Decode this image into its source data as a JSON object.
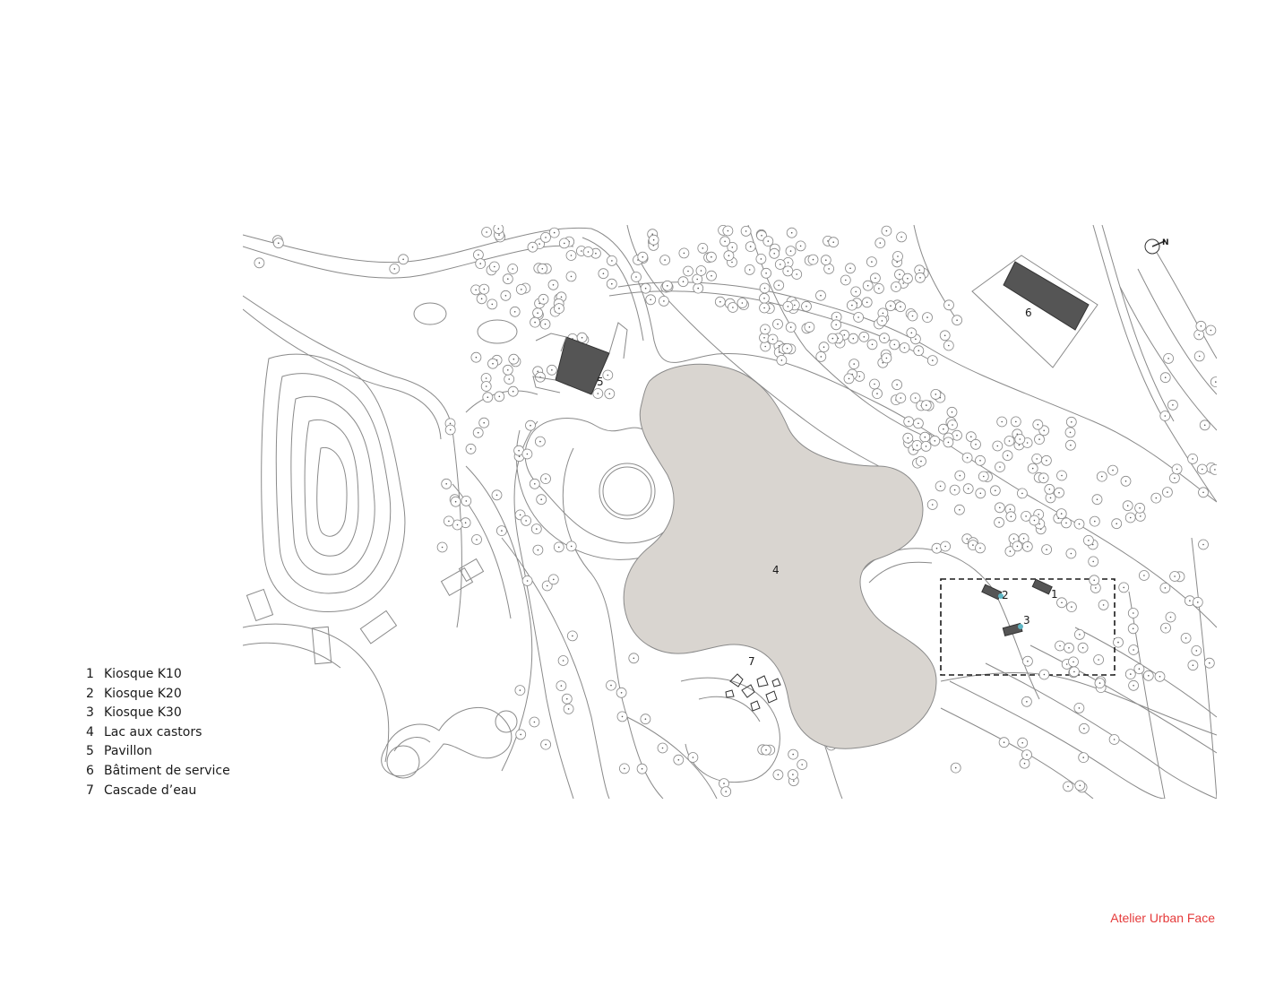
{
  "legend": [
    {
      "num": "1",
      "label": "Kiosque K10"
    },
    {
      "num": "2",
      "label": "Kiosque K20"
    },
    {
      "num": "3",
      "label": "Kiosque K30"
    },
    {
      "num": "4",
      "label": "Lac aux castors"
    },
    {
      "num": "5",
      "label": "Pavillon"
    },
    {
      "num": "6",
      "label": "Bâtiment de service"
    },
    {
      "num": "7",
      "label": "Cascade d’eau"
    }
  ],
  "map_labels": {
    "kiosk_k10": "1",
    "kiosk_k20": "2",
    "kiosk_k30": "3",
    "lake": "4",
    "pavilion": "5",
    "service_building": "6",
    "waterfall": "7"
  },
  "north_arrow_label": "N",
  "credit": "Atelier Urban Face",
  "colors": {
    "lake_fill": "#d9d5d0",
    "building_fill": "#555555",
    "line": "#8a8a8a",
    "credit": "#e53b3b",
    "kiosk_accent": "#5fb6c4"
  }
}
